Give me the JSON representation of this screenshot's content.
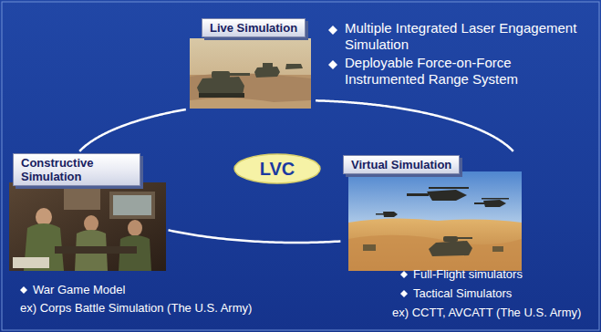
{
  "diagram": {
    "nodes": [
      {
        "text": [
          "Live Simulation"
        ]
      },
      {
        "text": [
          "Constructive Simulation"
        ]
      },
      {
        "text": [
          "LVC"
        ]
      },
      {
        "text": [
          "Virtual Simulation"
        ]
      }
    ],
    "edges": [
      {
        "from": 0,
        "to": 3,
        "arrow": "none"
      },
      {
        "from": 3,
        "to": 1,
        "arrow": "none"
      },
      {
        "from": 1,
        "to": 0,
        "arrow": "none"
      }
    ],
    "labels": [
      "Multiple Integrated Laser Engagement Simulation",
      "Deployable Force-on-Force Instrumented Range System",
      "War Game Model",
      "ex) Corps Battle Simulation (The U.S. Army)",
      "Full-Flight simulators",
      "Tactical Simulators",
      "ex) CCTT, AVCATT (The U.S. Army)"
    ]
  }
}
